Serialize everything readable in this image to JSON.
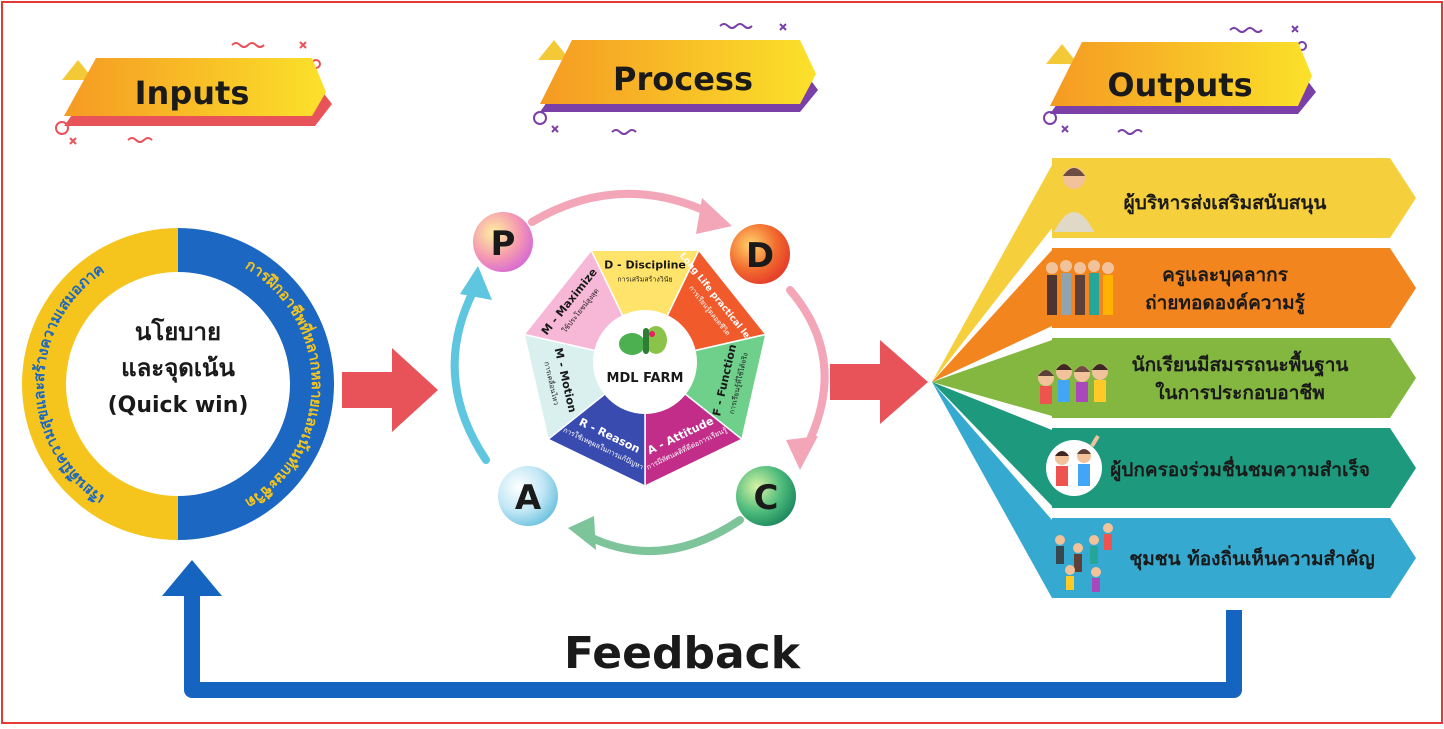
{
  "headers": {
    "inputs": "Inputs",
    "process": "Process",
    "outputs": "Outputs"
  },
  "inputs": {
    "center_line1": "นโยบาย",
    "center_line2": "และจุดเน้น",
    "center_line3": "(Quick win)",
    "ring_left": "เรียนดีมีความสุขและสร้างความเสมอภาค",
    "ring_right": "การฝึกอาชีพที่หลากหลายและเน้นทักษะชีวิต"
  },
  "pdca": {
    "p": "P",
    "d": "D",
    "c": "C",
    "a": "A"
  },
  "mdl": {
    "center": "MDL FARM",
    "segments": [
      {
        "title": "D - Discipline",
        "sub": "การเสริมสร้างวินัย"
      },
      {
        "title": "L - Long Life practical learning",
        "sub": "การเรียนรู้ตลอดชีวิต"
      },
      {
        "title": "F - Function",
        "sub": "การเรียนรู้ที่ใช้ได้จริง"
      },
      {
        "title": "A - Attitude",
        "sub": "การมีทัศนคติที่ดีต่อการเรียนรู้"
      },
      {
        "title": "R - Reason",
        "sub": "การใช้เหตุผลในการแก้ปัญหา"
      },
      {
        "title": "M - Motion",
        "sub": "การเคลื่อนไหว"
      },
      {
        "title": "M - Maximize",
        "sub": "ใช้ประโยชน์สูงสุด"
      }
    ]
  },
  "outputs": [
    {
      "line1": "ผู้บริหารส่งเสริมสนับสนุน",
      "line2": "",
      "color": "#f6cf3d"
    },
    {
      "line1": "ครูและบุคลากร",
      "line2": "ถ่ายทอดองค์ความรู้",
      "color": "#f3851f"
    },
    {
      "line1": "นักเรียนมีสมรรถนะพื้นฐาน",
      "line2": "ในการประกอบอาชีพ",
      "color": "#84b73f"
    },
    {
      "line1": "ผู้ปกครองร่วมชื่นชมความสำเร็จ",
      "line2": "",
      "color": "#1d9a7e"
    },
    {
      "line1": "ชุมชน ท้องถิ่นเห็นความสำคัญ",
      "line2": "",
      "color": "#35a9d0"
    }
  ],
  "feedback": "Feedback",
  "colors": {
    "frame": "#e53935",
    "arrow_red": "#e8535a",
    "feedback_blue": "#1565c0",
    "ring_yellow": "#f5c51d",
    "ring_blue": "#1b67c2"
  }
}
